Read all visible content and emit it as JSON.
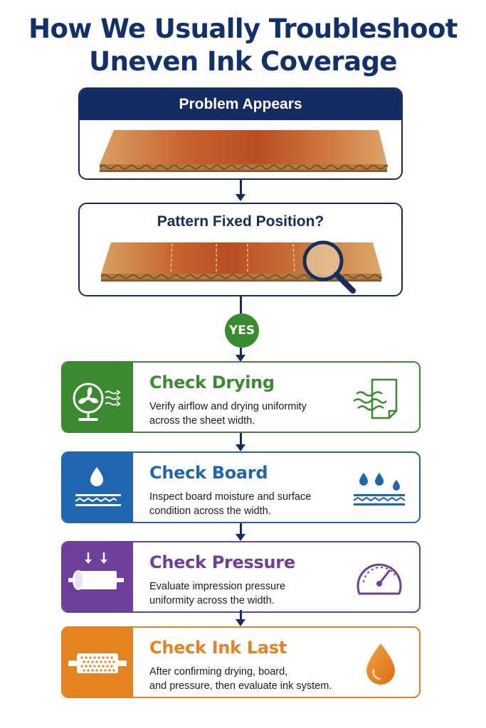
{
  "title": {
    "line1": "How We Usually Troubleshoot",
    "line2": "Uneven Ink Coverage"
  },
  "panels": {
    "problem": {
      "label": "Problem Appears",
      "icon": "corrugated-board-gradient"
    },
    "pattern": {
      "label": "Pattern Fixed Position?",
      "icon": "corrugated-board-magnifier"
    }
  },
  "decision": {
    "label": "YES"
  },
  "steps": [
    {
      "title": "Check Drying",
      "desc1": "Verify airflow and drying uniformity",
      "desc2": "across the sheet width.",
      "color": "#3b8a2f",
      "left_icon": "fan-icon",
      "right_icon": "airflow-sheet-icon"
    },
    {
      "title": "Check Board",
      "desc1": "Inspect board moisture and surface",
      "desc2": "condition across the width.",
      "color": "#1e66ae",
      "left_icon": "water-drop-layers-icon",
      "right_icon": "moisture-board-icon"
    },
    {
      "title": "Check Pressure",
      "desc1": "Evaluate impression pressure",
      "desc2": "uniformity across the width.",
      "color": "#6d3f9a",
      "left_icon": "roller-pressure-icon",
      "right_icon": "pressure-gauge-icon"
    },
    {
      "title": "Check Ink Last",
      "desc1": "After confirming drying, board,",
      "desc2": "and pressure, then evaluate ink system.",
      "color": "#e5841e",
      "left_icon": "anilox-roller-icon",
      "right_icon": "ink-drop-icon"
    }
  ]
}
